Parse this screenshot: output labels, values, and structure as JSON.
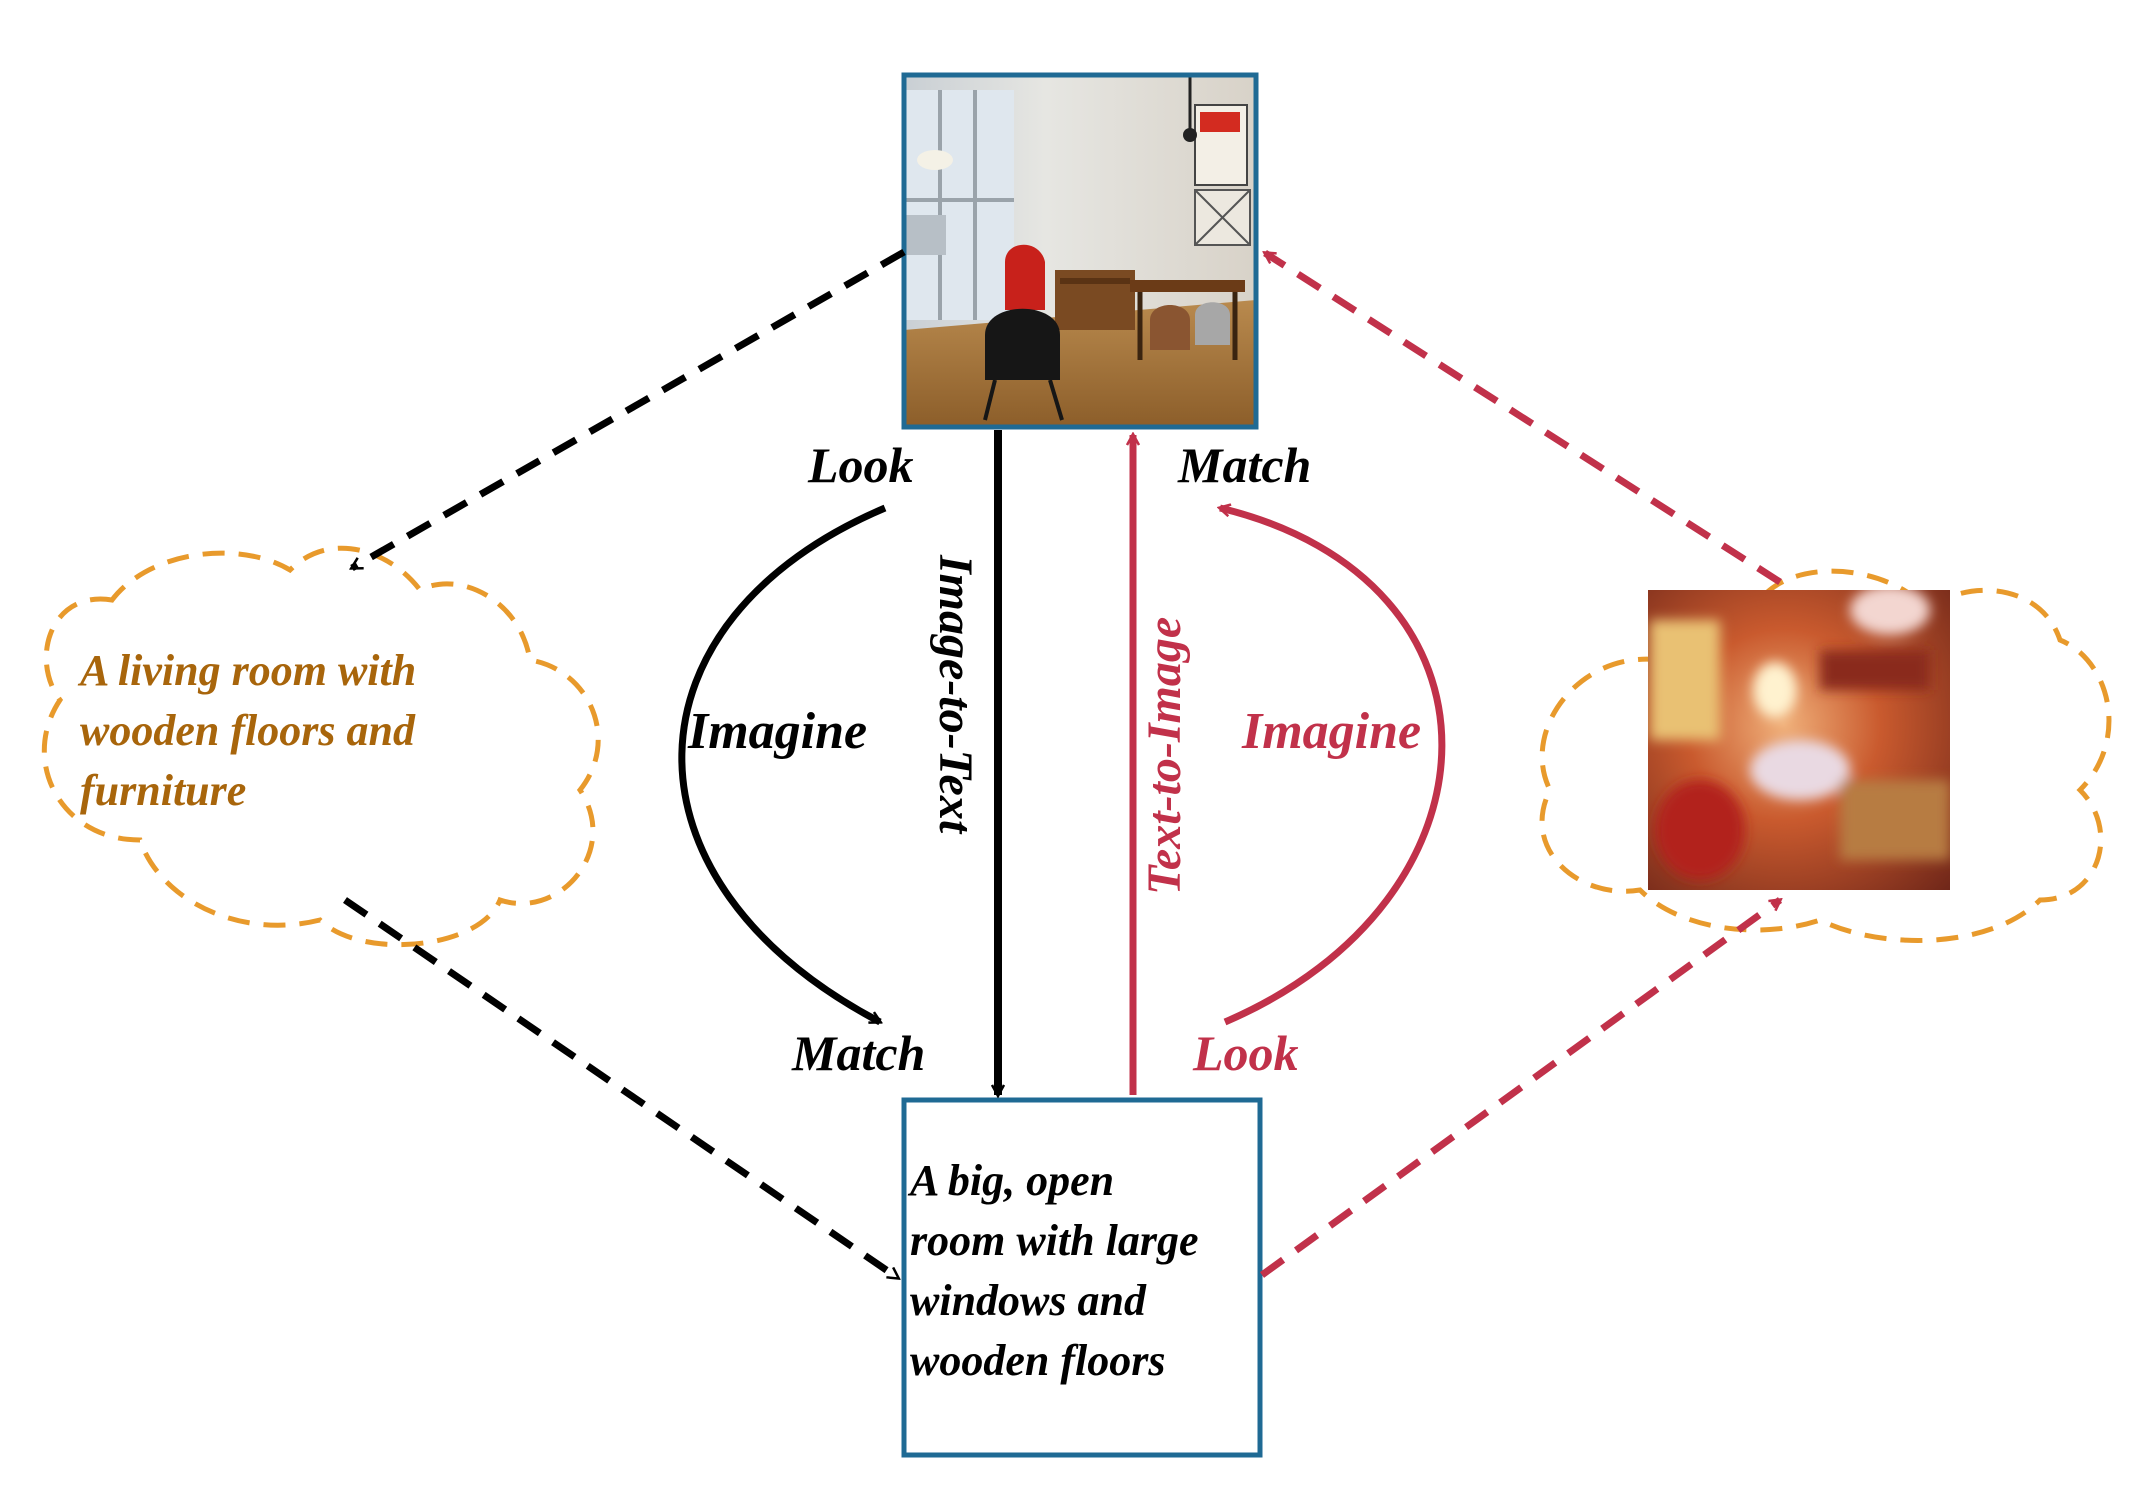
{
  "colors": {
    "black": "#000000",
    "red": "#c1314a",
    "orange": "#e89a2c",
    "orange_text": "#a8650b",
    "box_border": "#1f6a94"
  },
  "labels": {
    "look_top": "Look",
    "match_top": "Match",
    "imagine_left": "Imagine",
    "imagine_right": "Imagine",
    "match_bottom": "Match",
    "look_bottom": "Look",
    "image_to_text": "Image-to-Text",
    "text_to_image": "Text-to-Image"
  },
  "caption_box": {
    "lines": [
      "A big, open",
      "room with large",
      "windows and",
      "wooden floors"
    ]
  },
  "left_cloud": {
    "lines": [
      "A living room with",
      "wooden floors and",
      "furniture"
    ]
  },
  "top_image": {
    "icon": "living-room-photo"
  },
  "right_image": {
    "icon": "generated-room-image"
  }
}
